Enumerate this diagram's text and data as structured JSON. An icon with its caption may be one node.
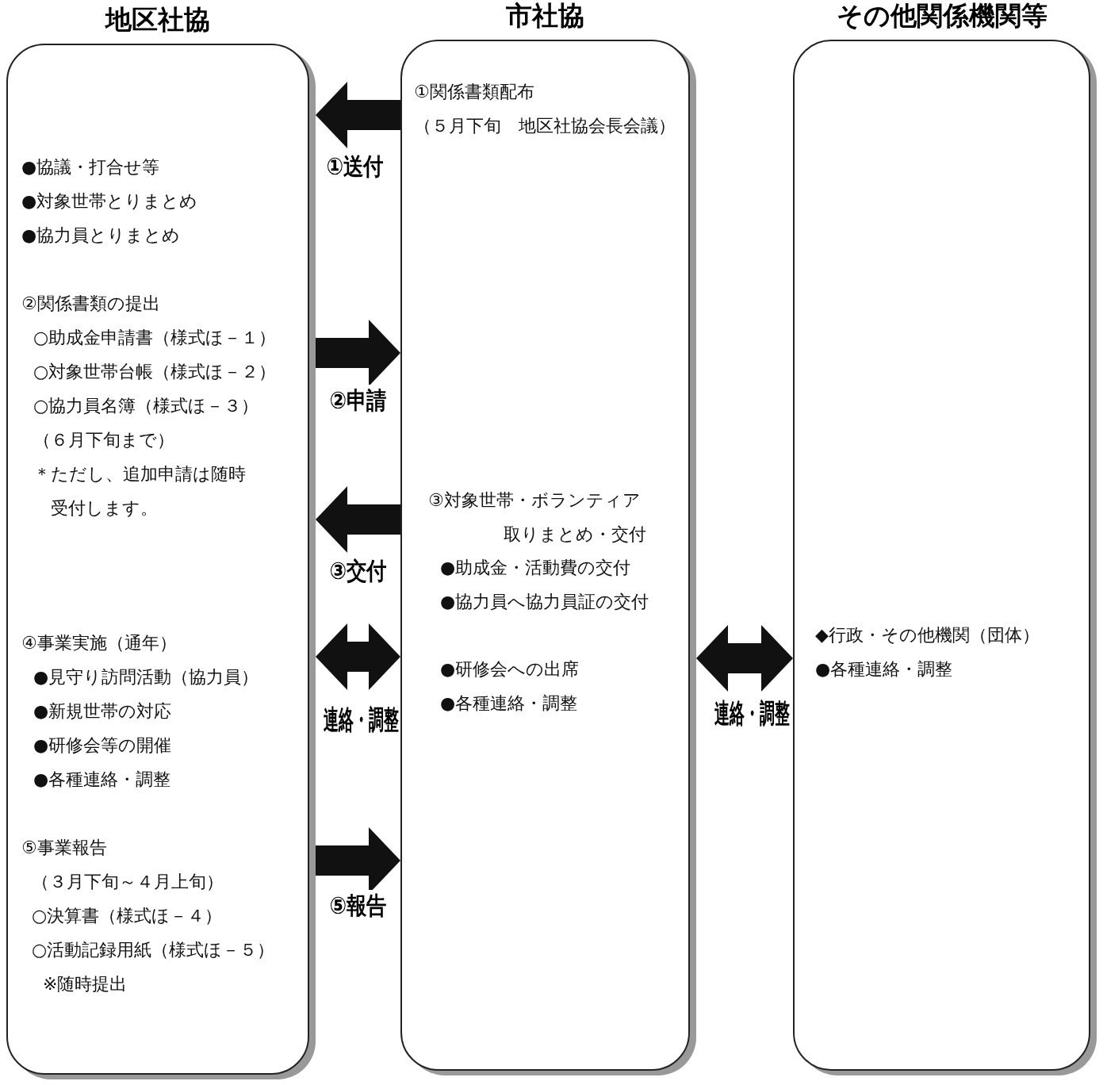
{
  "diagram": {
    "nodes": [
      {
        "text": [
          "地区社協",
          "●協議・打合せ等",
          "●対象世帯とりまとめ",
          "●協力員とりまとめ",
          "②関係書類の提出",
          "○助成金申請書（様式ほ－１）",
          "○対象世帯台帳（様式ほ－２）",
          "○協力員名簿（様式ほ－３）",
          "（６月下旬まで）",
          "＊ただし、追加申請は随時受付します。",
          "④事業実施（通年）",
          "●見守り訪問活動（協力員）",
          "●新規世帯の対応",
          "●研修会等の開催",
          "●各種連絡・調整",
          "⑤事業報告",
          "（３月下旬～４月上旬）",
          "○決算書（様式ほ－４）",
          "○活動記録用紙（様式ほ－５）",
          "※随時提出"
        ]
      },
      {
        "text": [
          "市社協",
          "①関係書類配布",
          "（５月下旬　地区社協会長会議）",
          "③対象世帯・ボランティア取りまとめ・交付",
          "●助成金・活動費の交付",
          "●協力員へ協力員証の交付",
          "●研修会への出席",
          "●各種連絡・調整"
        ]
      },
      {
        "text": [
          "その他関係機関等",
          "◆行政・その他機関（団体）",
          "●各種連絡・調整"
        ]
      }
    ],
    "edges": [
      {
        "from": 1,
        "to": 0,
        "arrow": "to",
        "label": "①送付"
      },
      {
        "from": 0,
        "to": 1,
        "arrow": "to",
        "label": "②申請"
      },
      {
        "from": 1,
        "to": 0,
        "arrow": "to",
        "label": "③交付"
      },
      {
        "from": 0,
        "to": 1,
        "arrow": "both",
        "label": "連絡・調整"
      },
      {
        "from": 0,
        "to": 1,
        "arrow": "to",
        "label": "⑤報告"
      },
      {
        "from": 1,
        "to": 2,
        "arrow": "both",
        "label": "連絡・調整"
      }
    ]
  }
}
